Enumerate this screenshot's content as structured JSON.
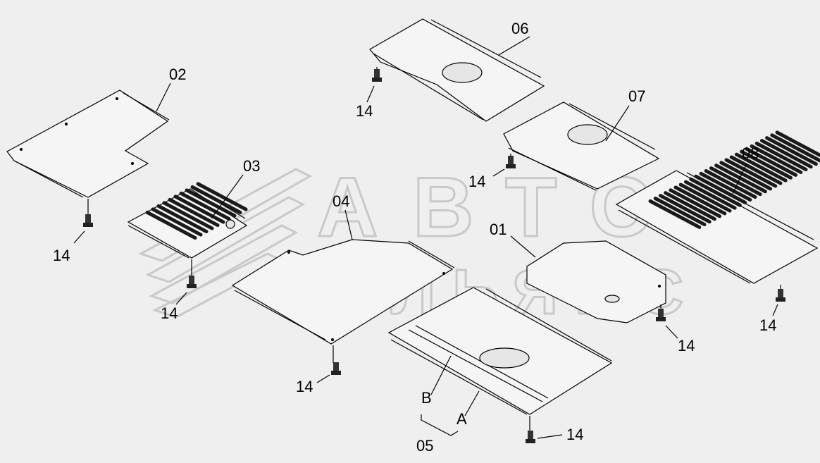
{
  "watermark": {
    "line1": "АВТО",
    "line2": "АЛЬЯНС"
  },
  "parts": [
    "01",
    "02",
    "03",
    "04",
    "05",
    "06",
    "07",
    "08"
  ],
  "bolt_label": "14",
  "sub_labels": {
    "a": "A",
    "b": "B"
  }
}
